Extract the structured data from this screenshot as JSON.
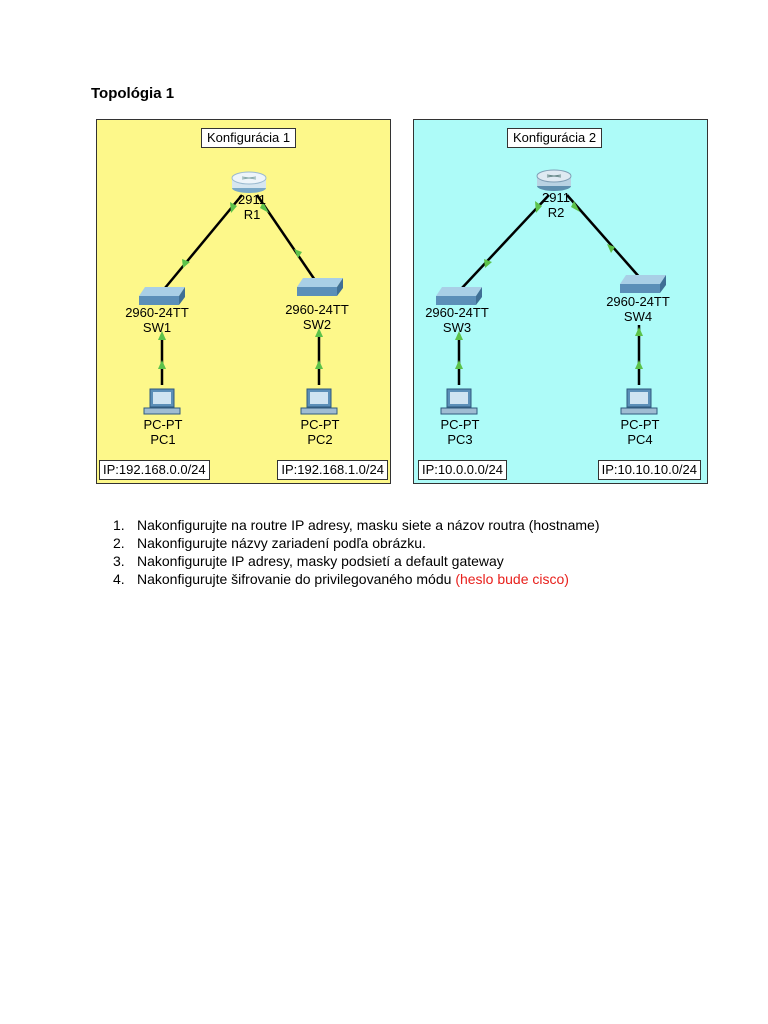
{
  "heading": "Topológia 1",
  "panels": [
    {
      "title": "Konfigurácia 1",
      "bg": "#fdf88a",
      "router": {
        "model": "2911",
        "name": "R1"
      },
      "switches": [
        {
          "model": "2960-24TT",
          "name": "SW1"
        },
        {
          "model": "2960-24TT",
          "name": "SW2"
        }
      ],
      "pcs": [
        {
          "model": "PC-PT",
          "name": "PC1"
        },
        {
          "model": "PC-PT",
          "name": "PC2"
        }
      ],
      "ips": [
        "IP:192.168.0.0/24",
        "IP:192.168.1.0/24"
      ]
    },
    {
      "title": "Konfigurácia 2",
      "bg": "#adfbf8",
      "router": {
        "model": "2911",
        "name": "R2"
      },
      "switches": [
        {
          "model": "2960-24TT",
          "name": "SW3"
        },
        {
          "model": "2960-24TT",
          "name": "SW4"
        }
      ],
      "pcs": [
        {
          "model": "PC-PT",
          "name": "PC3"
        },
        {
          "model": "PC-PT",
          "name": "PC4"
        }
      ],
      "ips": [
        "IP:10.0.0.0/24",
        "IP:10.10.10.0/24"
      ]
    }
  ],
  "tasks": [
    {
      "num": "1.",
      "text": "Nakonfigurujte na routre IP adresy, masku siete a názov routra (hostname)",
      "red": ""
    },
    {
      "num": "2.",
      "text": "Nakonfigurujte názvy zariadení podľa obrázku.",
      "red": ""
    },
    {
      "num": "3.",
      "text": "Nakonfigurujte IP adresy, masky podsietí a default gateway",
      "red": ""
    },
    {
      "num": "4.",
      "text": "Nakonfigurujte šifrovanie do privilegovaného módu ",
      "red": "(heslo bude cisco)"
    }
  ],
  "colors": {
    "link": "#000000",
    "link_marker": "#5cc24a",
    "device": "#5b8fb8",
    "task_highlight": "#e8201c"
  }
}
